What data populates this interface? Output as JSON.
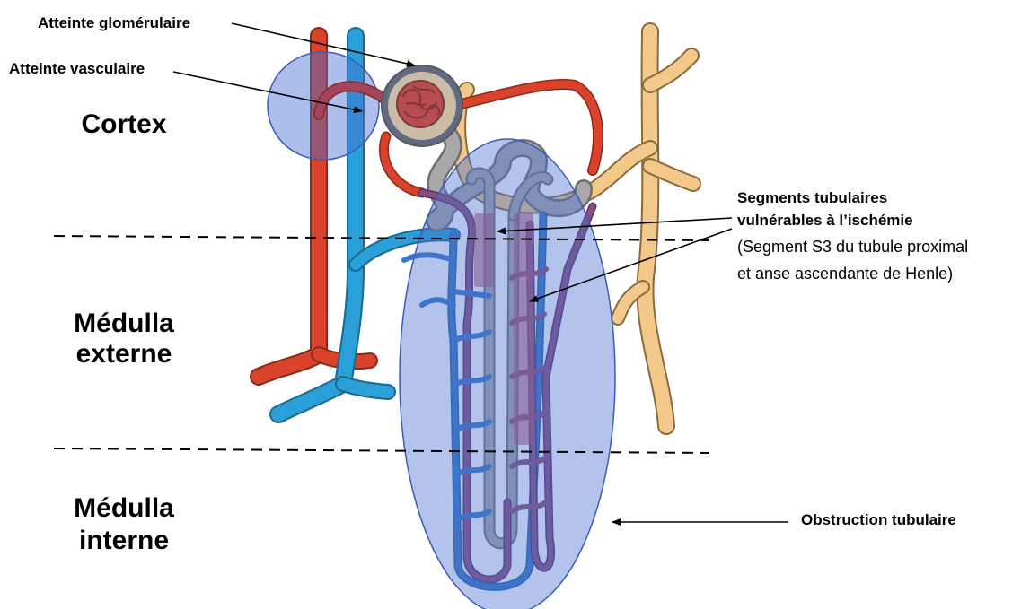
{
  "labels": {
    "glomerular": "Atteinte glomérulaire",
    "vascular": "Atteinte vasculaire",
    "segments_line1": "Segments tubulaires",
    "segments_line2": "vulnérables à l’ischémie",
    "segments_note_line1": "(Segment S3 du tubule proximal",
    "segments_note_line2": "et anse ascendante de Henle)",
    "obstruction": "Obstruction tubulaire"
  },
  "zones": {
    "cortex": "Cortex",
    "outer_medulla_line1": "Médulla",
    "outer_medulla_line2": "externe",
    "inner_medulla_line1": "Médulla",
    "inner_medulla_line2": "interne"
  },
  "colors": {
    "artery": "#d9432b",
    "vein": "#2a9fd8",
    "tubule": "#9e9e9e",
    "tubule_outline": "#6e6e6e",
    "collecting_duct": "#f2c98a",
    "collecting_duct_outline": "#8a6a3a",
    "vasa_recta": "#7a4f8a",
    "highlight_ellipse": "#4a6fd1",
    "vulnerable_segment": "#b0506a"
  }
}
